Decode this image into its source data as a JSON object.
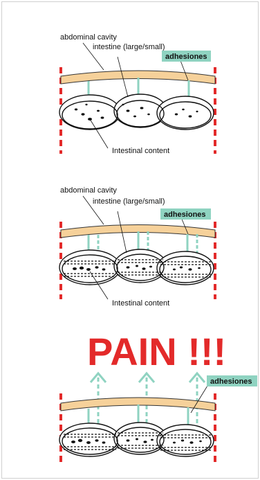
{
  "panels": [
    {
      "abdominal_label": "abdominal cavity",
      "intestine_label": "intestine (large/small)",
      "adhesion_label": "adhesiones",
      "content_label": "Intestinal content"
    },
    {
      "abdominal_label": "abdominal cavity",
      "intestine_label": "intestine (large/small)",
      "adhesion_label": "adhesiones",
      "content_label": "Intestinal content"
    },
    {
      "pain_label": "PAIN !!!",
      "adhesion_label": "adhesiones"
    }
  ],
  "colors": {
    "wall": "#f6d19a",
    "adhesion": "#8fd3c1",
    "tag_bg": "#8fd3c1",
    "boundary": "#e32a2a",
    "pain": "#e32a2a"
  }
}
